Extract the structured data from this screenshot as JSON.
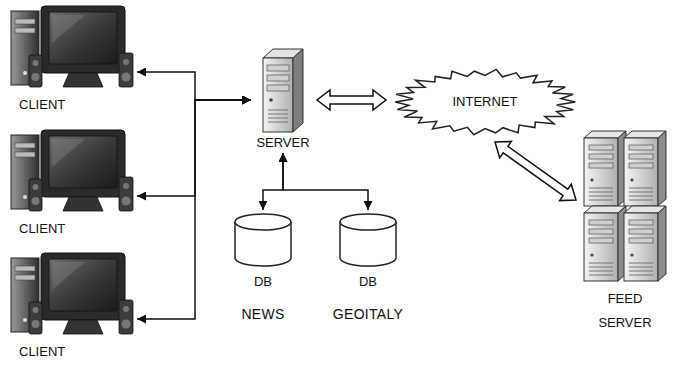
{
  "diagram": {
    "nodes": [
      {
        "text": [
          "CLIENT"
        ]
      },
      {
        "text": [
          "SERVER"
        ]
      },
      {
        "text": [
          "INTERNET"
        ]
      },
      {
        "text": [
          "CLIENT"
        ]
      },
      {
        "text": [
          "DB",
          "NEWS"
        ]
      },
      {
        "text": [
          "DB",
          "GEOITALY"
        ]
      },
      {
        "text": [
          "FEED SERVER"
        ]
      },
      {
        "text": [
          "CLIENT"
        ]
      }
    ],
    "edges": [
      {
        "from": 1,
        "to": 0,
        "arrow": "both"
      },
      {
        "from": 1,
        "to": 3,
        "arrow": "both"
      },
      {
        "from": 1,
        "to": 7,
        "arrow": "both"
      },
      {
        "from": 1,
        "to": 2,
        "arrow": "both"
      },
      {
        "from": 2,
        "to": 6,
        "arrow": "both"
      },
      {
        "from": 1,
        "to": 4,
        "arrow": "both"
      },
      {
        "from": 1,
        "to": 5,
        "arrow": "both"
      }
    ]
  }
}
